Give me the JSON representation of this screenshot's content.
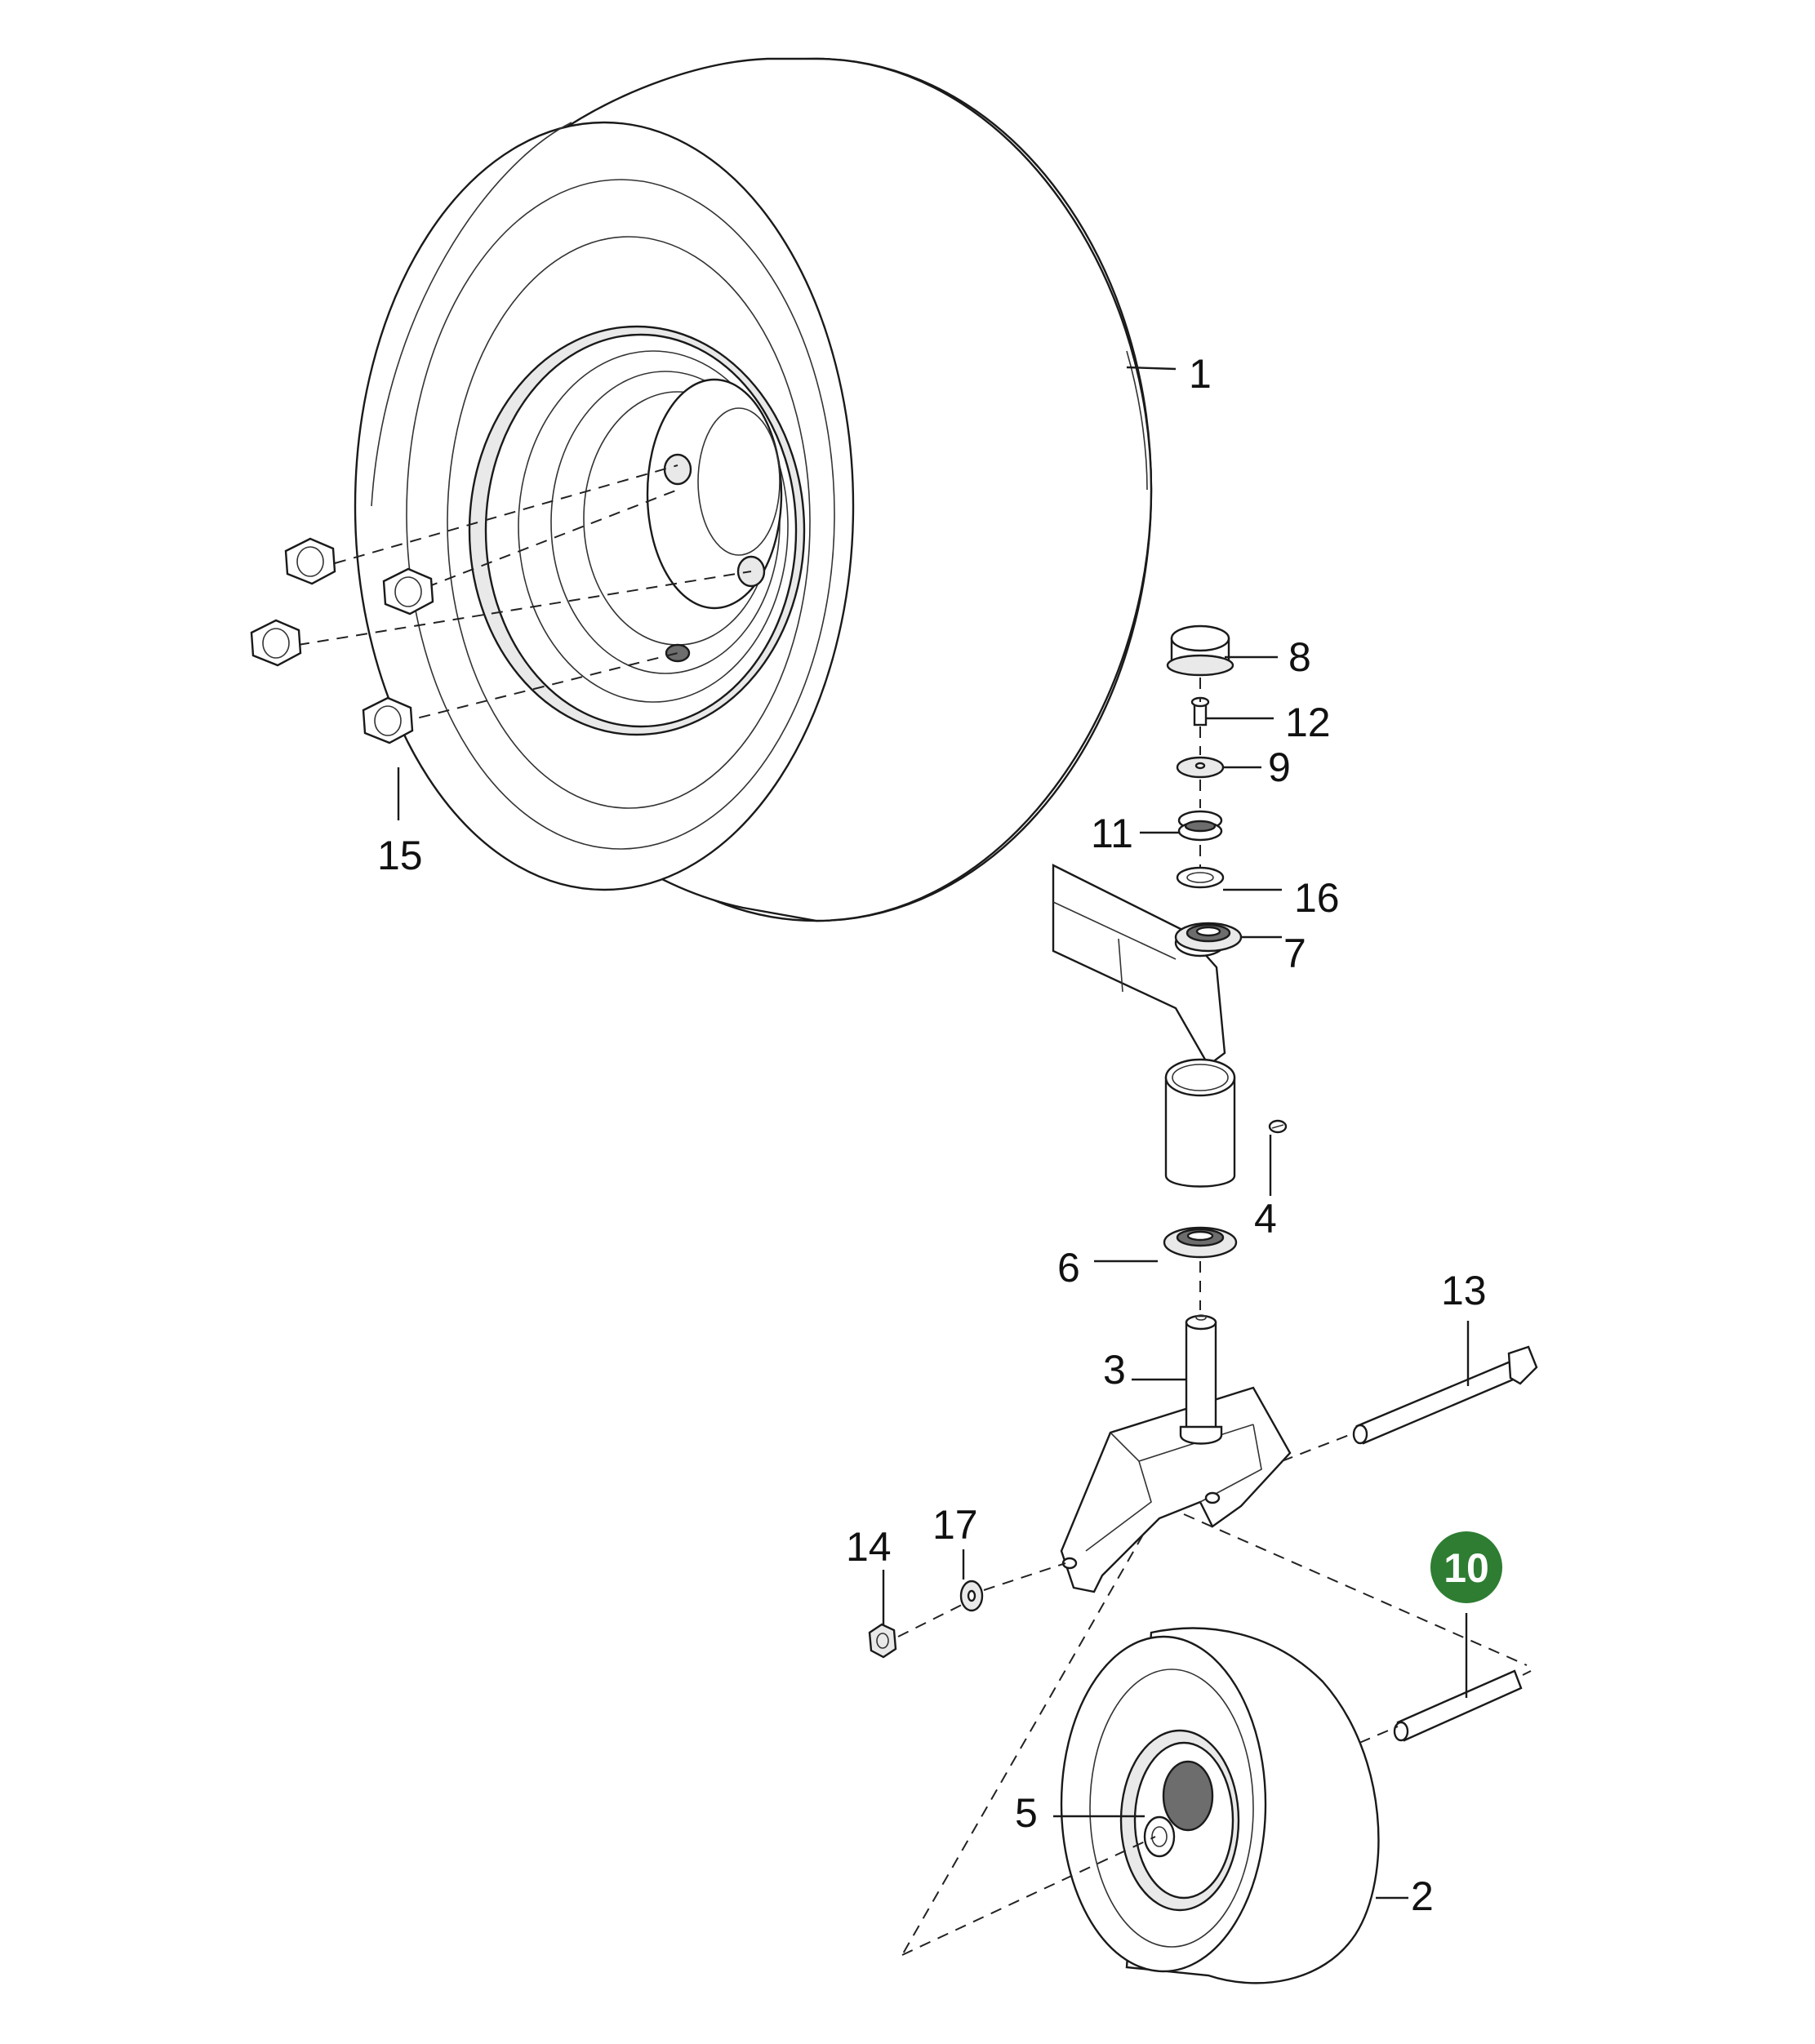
{
  "labels": {
    "p1": "1",
    "p2": "2",
    "p3": "3",
    "p4": "4",
    "p5": "5",
    "p6": "6",
    "p7": "7",
    "p8": "8",
    "p9": "9",
    "p10": "10",
    "p11": "11",
    "p12": "12",
    "p13": "13",
    "p14": "14",
    "p15": "15",
    "p16": "16",
    "p17": "17"
  },
  "highlight": {
    "part": "10",
    "color": "#2e7d32"
  },
  "colors": {
    "line": "#1a1a1a",
    "fill": "#ffffff",
    "shade": "#e9e9e9"
  }
}
